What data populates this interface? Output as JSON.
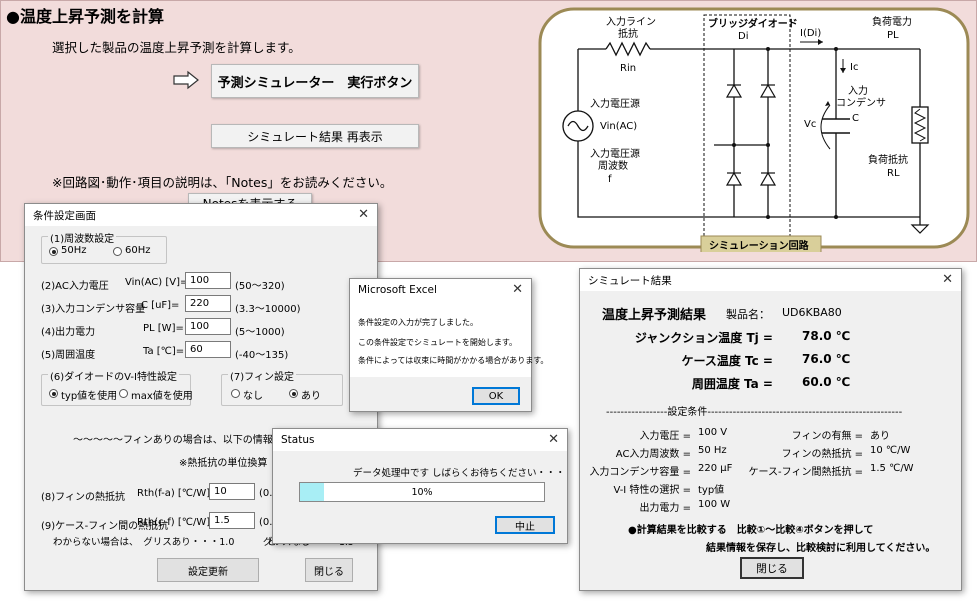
{
  "sheet": {
    "title": "●温度上昇予測を計算",
    "description": "選択した製品の温度上昇予測を計算します。",
    "run_button": "予測シミュレーター　実行ボタン",
    "reshow_button": "シミュレート結果 再表示",
    "notes_note": "※回路図･動作･項目の説明は、「Notes」をお読みください。",
    "notes_button": "Notesを表示する"
  },
  "circuit": {
    "input_line_resistance": "入力ライン",
    "input_line_resistance2": "抵抗",
    "rin": "Rin",
    "bridge_diode": "ブリッジダイオード",
    "di": "Di",
    "i_di": "I(Di)",
    "load_power": "負荷電力",
    "pl": "PL",
    "ic": "Ic",
    "input_capacitor": "入力",
    "input_capacitor2": "コンデンサ",
    "c": "C",
    "vc": "Vc",
    "input_voltage_source": "入力電圧源",
    "vin_ac": "Vin(AC)",
    "input_voltage_freq": "入力電圧源",
    "input_voltage_freq2": "周波数",
    "f": "f",
    "load_resistance": "負荷抵抗",
    "rl": "RL",
    "sim_circuit_label": "シミュレーション回路",
    "frame_color": "#9c8a55"
  },
  "condition_dialog": {
    "title": "条件設定画面",
    "freq_group": "(1)周波数設定",
    "freq_50": "50Hz",
    "freq_60": "60Hz",
    "ac_voltage_label": "(2)AC入力電圧",
    "ac_voltage_unit": "Vin(AC) [V]=",
    "ac_voltage_value": "100",
    "ac_voltage_range": "(50～320)",
    "cap_label": "(3)入力コンデンサ容量",
    "cap_unit": "C [uF]=",
    "cap_value": "220",
    "cap_range": "(3.3～10000)",
    "power_label": "(4)出力電力",
    "power_unit": "PL [W]=",
    "power_value": "100",
    "power_range": "(5～1000)",
    "temp_label": "(5)周囲温度",
    "temp_unit": "Ta [℃]=",
    "temp_value": "60",
    "temp_range": "(-40～135)",
    "diode_group": "(6)ダイオードのV-I特性設定",
    "diode_typ": "typ値を使用",
    "diode_max": "max値を使用",
    "fin_group": "(7)フィン設定",
    "fin_none": "なし",
    "fin_yes": "あり",
    "fin_note": "～～～～～フィンありの場合は、以下の情報も入力してくだ",
    "thermal_note": "※熱抵抗の単位換算　1",
    "fin_res_label": "(8)フィンの熱抵抗",
    "fin_res_unit": "Rth(f-a) [℃/W]=",
    "fin_res_value": "10",
    "fin_res_range": "(0.1",
    "case_res_label": "(9)ケース-フィン間の熱抵抗",
    "case_res_unit": "Rth(c-f) [℃/W]=",
    "case_res_value": "1.5",
    "case_res_range": "(0.1",
    "unknown_note": "わからない場合は、　グリスあり・・・1.0　　　グリスなし・・・1.5",
    "unknown_note_tail": "と",
    "update_button": "設定更新",
    "close_button": "閉じる"
  },
  "msg_dialog": {
    "title": "Microsoft Excel",
    "line1": "条件設定の入力が完了しました。",
    "line2": "この条件設定でシミュレートを開始します。",
    "line3": "条件によっては収束に時間がかかる場合があります。",
    "ok_button": "OK"
  },
  "status_dialog": {
    "title": "Status",
    "message": "データ処理中です しばらくお待ちください・・・",
    "progress_text": "10%",
    "progress_fraction": 0.1,
    "progress_color": "#a8eef5",
    "cancel_button": "中止"
  },
  "result_dialog": {
    "title": "シミュレート結果",
    "heading": "温度上昇予測結果",
    "product_label": "製品名：",
    "product_value": "UD6KBA80",
    "tj_label": "ジャンクション温度 Tj =",
    "tj_value": "78.0 ℃",
    "tc_label": "ケース温度 Tc =",
    "tc_value": "76.0 ℃",
    "ta_label": "周囲温度 Ta =",
    "ta_value": "60.0 ℃",
    "cond_header": "-----------------設定条件------------------------------------------------------",
    "vin_label": "入力電圧 =",
    "vin_value": "100 V",
    "fin_label": "フィンの有無 =",
    "fin_value": "あり",
    "freq_label": "AC入力周波数 =",
    "freq_value": "50 Hz",
    "fin_res_label": "フィンの熱抵抗 =",
    "fin_res_value": "10 ℃/W",
    "cap_label": "入力コンデンサ容量 =",
    "cap_value": "220 μF",
    "case_res_label": "ケース-フィン間熱抵抗 =",
    "case_res_value": "1.5 ℃/W",
    "vi_label": "V-I 特性の選択 =",
    "vi_value": "typ値",
    "power_label": "出力電力 =",
    "power_value": "100 W",
    "compare_line1": "●計算結果を比較する　比較①～比較④ボタンを押して",
    "compare_line2": "結果情報を保存し、比較検討に利用してください。",
    "close_button": "閉じる"
  }
}
